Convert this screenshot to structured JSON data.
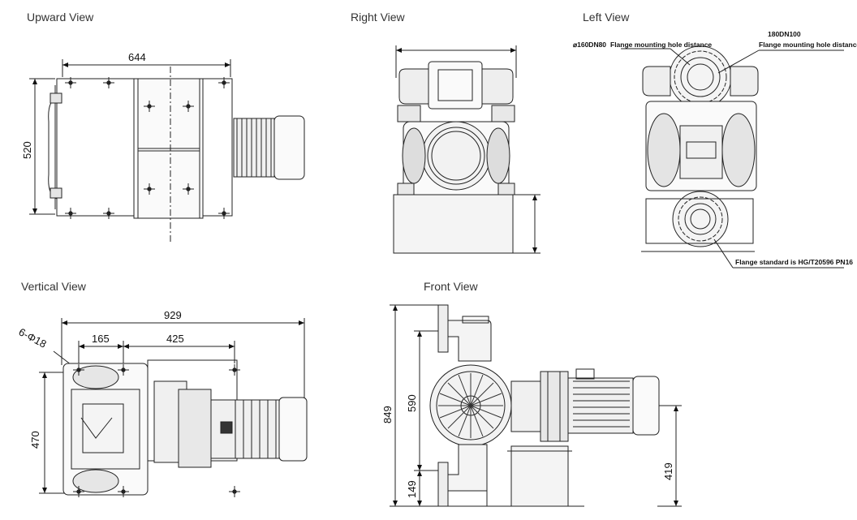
{
  "views": {
    "upward": {
      "title": "Upward View",
      "dim_width": "644",
      "dim_height": "520"
    },
    "right": {
      "title": "Right View"
    },
    "left": {
      "title": "Left View",
      "flange_dn80": "⌀160DN80",
      "flange_distance_1": "Flange mounting hole distance",
      "flange_dn100": "180DN100",
      "flange_distance_2": "Flange mounting hole distance",
      "flange_standard": "Flange standard is HG/T20596 PN16"
    },
    "vertical": {
      "title": "Vertical View",
      "dim_total": "929",
      "dim_165": "165",
      "dim_425": "425",
      "holes": "6-Φ18",
      "dim_470": "470"
    },
    "front": {
      "title": "Front View",
      "dim_849": "849",
      "dim_590": "590",
      "dim_149": "149",
      "dim_419": "419"
    }
  },
  "colors": {
    "line": "#222222",
    "dim": "#111111",
    "fill_light": "#f2f2f2",
    "fill_mid": "#d9d9d9"
  }
}
